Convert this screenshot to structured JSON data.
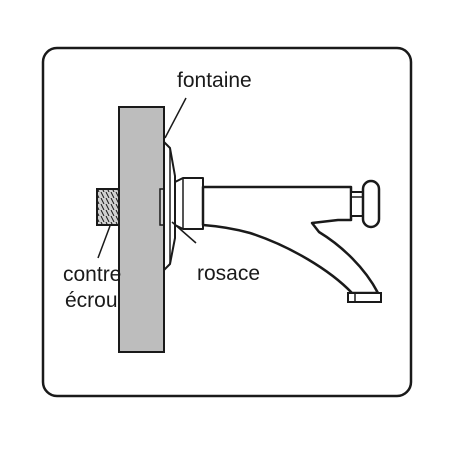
{
  "labels": {
    "fontaine": "fontaine",
    "rosace": "rosace",
    "contre": "contre",
    "ecrou": "écrou"
  },
  "colors": {
    "outline": "#1a1a1a",
    "wall": "#bdbdbd",
    "background": "#ffffff"
  }
}
